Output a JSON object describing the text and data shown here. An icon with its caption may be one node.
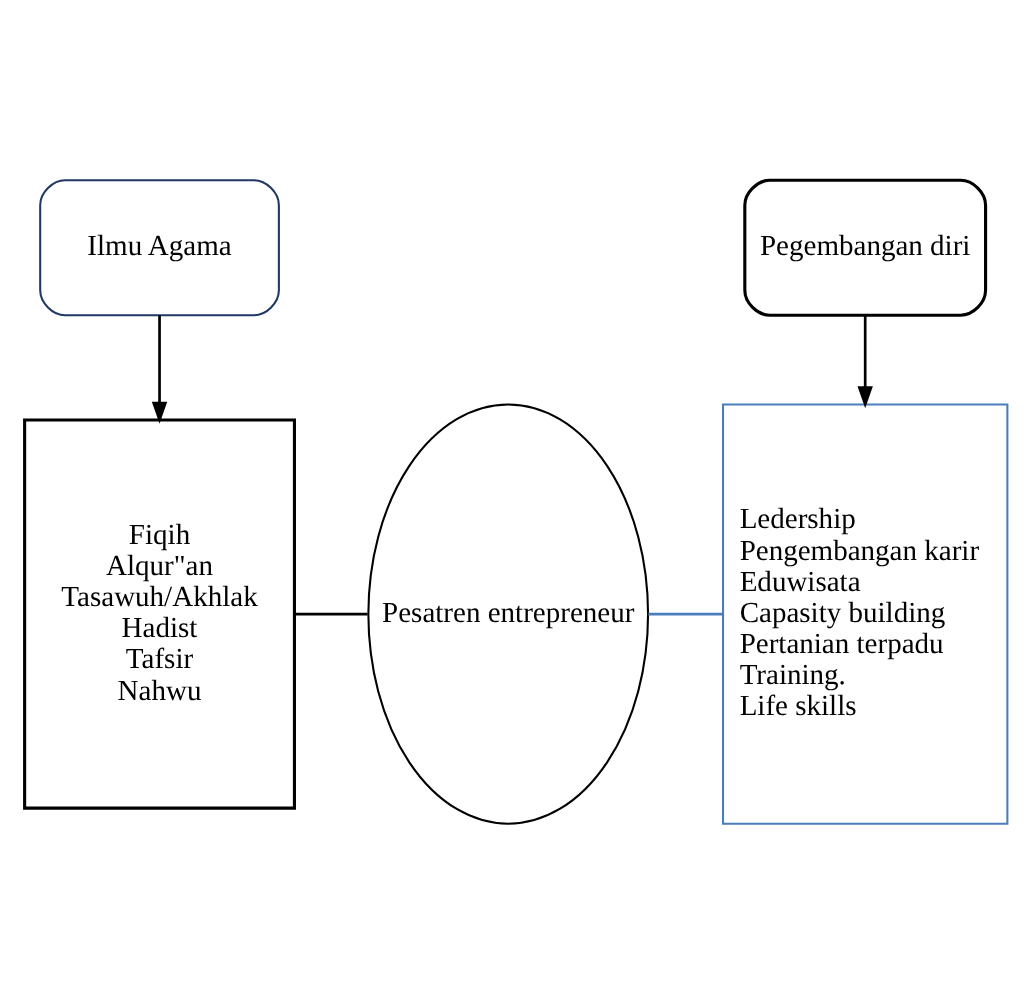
{
  "diagram": {
    "nodes": [
      {
        "text": [
          "Ilmu Agama"
        ]
      },
      {
        "text": [
          "Pegembangan diri"
        ]
      },
      {
        "text": [
          "Fiqih",
          "Alqur\"an",
          "Tasawuh/Akhlak",
          "Hadist",
          "Tafsir",
          "Nahwu"
        ]
      },
      {
        "text": [
          "Pesatren entrepreneur"
        ]
      },
      {
        "text": [
          "Ledership",
          "Pengembangan karir",
          "Eduwisata",
          "Capasity building",
          "Pertanian terpadu",
          "Training.",
          "Life skills"
        ]
      }
    ],
    "edges": [
      {
        "from": 0,
        "to": 2,
        "arrow": "to"
      },
      {
        "from": 1,
        "to": 4,
        "arrow": "to"
      },
      {
        "from": 2,
        "to": 3,
        "arrow": "none"
      },
      {
        "from": 3,
        "to": 4,
        "arrow": "none",
        "color": "#4a7ebb"
      }
    ]
  }
}
